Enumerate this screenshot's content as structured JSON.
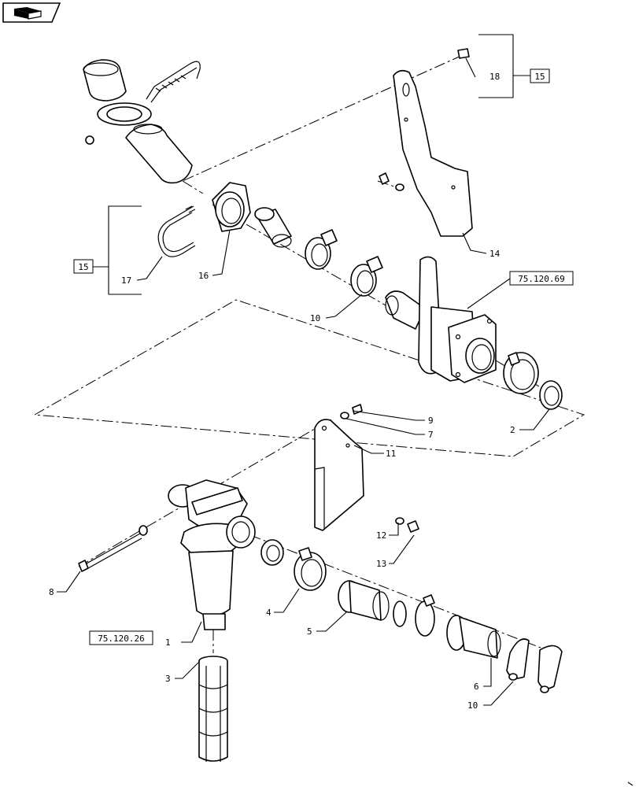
{
  "nav_icon": "book-arrow-icon",
  "references": {
    "ref_75_120_69": "75.120.69",
    "ref_75_120_26": "75.120.26",
    "ref_15_top": "15",
    "ref_15_left": "15"
  },
  "callouts": {
    "c1": "1",
    "c2": "2",
    "c3": "3",
    "c4": "4",
    "c5": "5",
    "c6": "6",
    "c7": "7",
    "c8": "8",
    "c9": "9",
    "c10a": "10",
    "c10b": "10",
    "c11": "11",
    "c12": "12",
    "c13": "13",
    "c14": "14",
    "c16": "16",
    "c17": "17",
    "c18": "18"
  }
}
